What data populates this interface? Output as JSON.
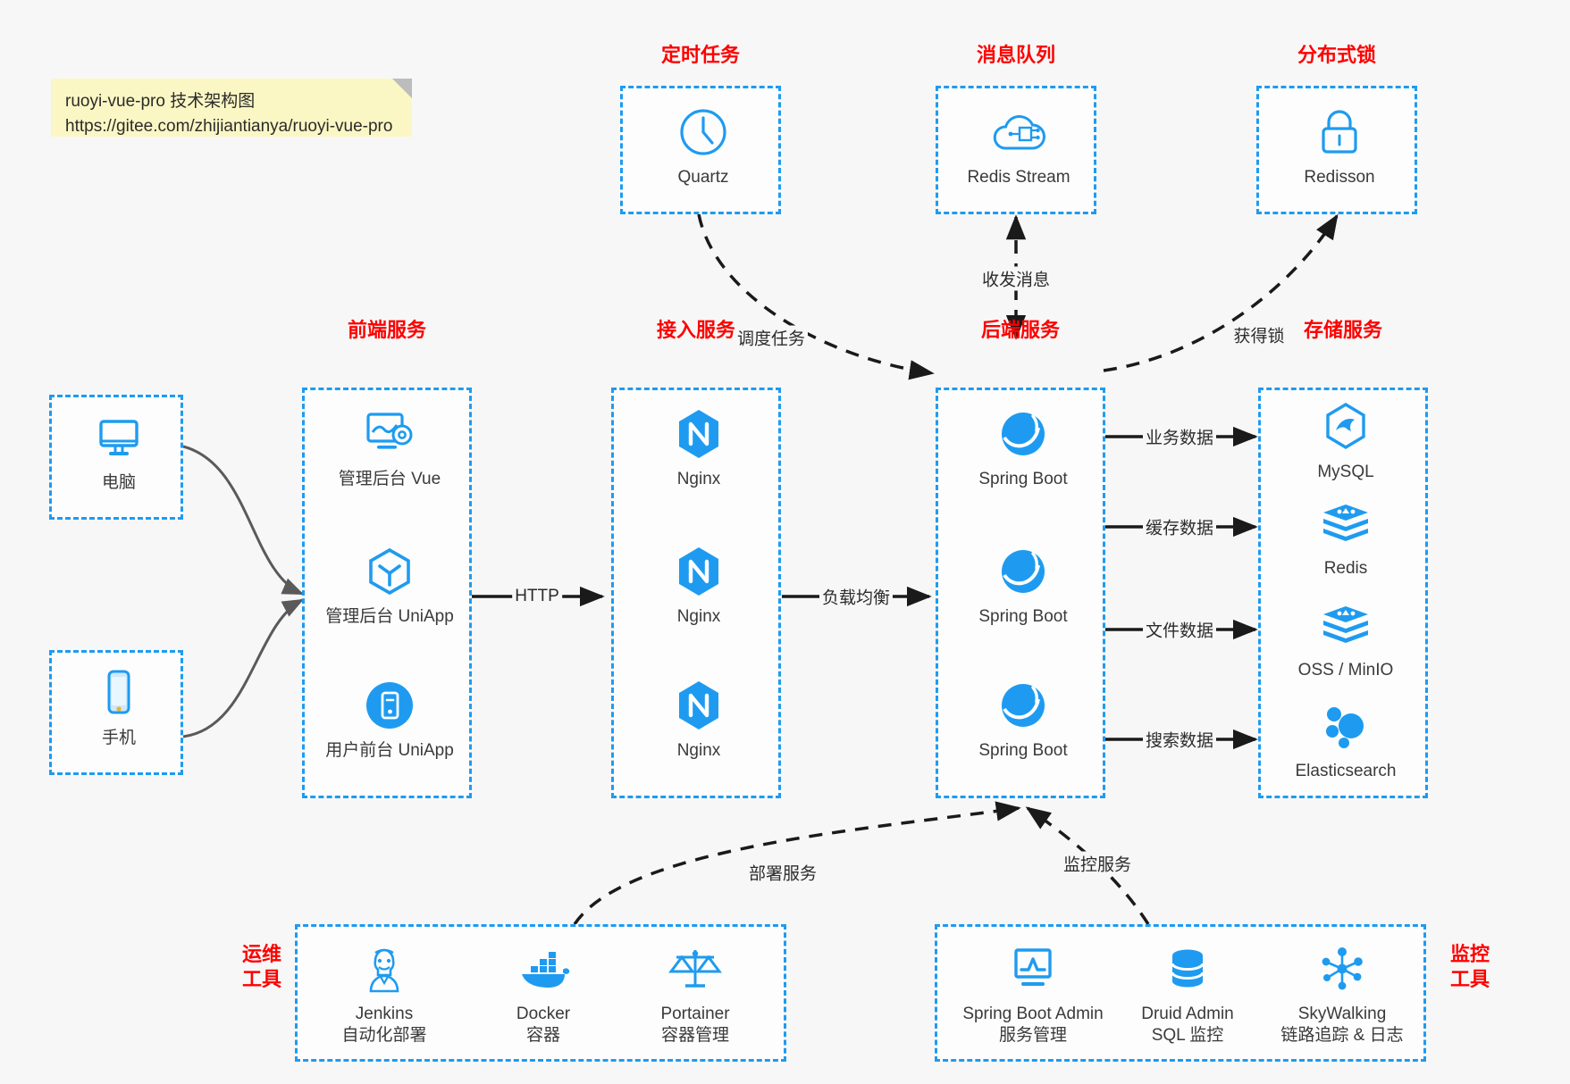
{
  "note": {
    "line1": "ruoyi-vue-pro 技术架构图",
    "line2": "https://gitee.com/zhijiantianya/ruoyi-vue-pro"
  },
  "colors": {
    "accent_blue": "#1e9bf0",
    "title_red": "#ff0000",
    "note_yellow": "#fbf7c4",
    "edge_gray": "#5a5a5a",
    "edge_black": "#1a1a1a",
    "canvas": "#f7f7f7"
  },
  "groups": {
    "scheduled_task": {
      "title": "定时任务"
    },
    "message_queue": {
      "title": "消息队列"
    },
    "distributed_lock": {
      "title": "分布式锁"
    },
    "frontend": {
      "title": "前端服务"
    },
    "gateway": {
      "title": "接入服务"
    },
    "backend": {
      "title": "后端服务"
    },
    "storage": {
      "title": "存储服务"
    },
    "devops": {
      "title_line1": "运维",
      "title_line2": "工具"
    },
    "monitor": {
      "title_line1": "监控",
      "title_line2": "工具"
    }
  },
  "nodes": {
    "clients": [
      {
        "label": "电脑",
        "icon": "desktop-computer-icon"
      },
      {
        "label": "手机",
        "icon": "mobile-phone-icon"
      }
    ],
    "scheduled_task": [
      {
        "label": "Quartz",
        "icon": "clock-icon"
      }
    ],
    "message_queue": [
      {
        "label": "Redis Stream",
        "icon": "cloud-network-icon"
      }
    ],
    "distributed_lock": [
      {
        "label": "Redisson",
        "icon": "lock-icon"
      }
    ],
    "frontend": [
      {
        "label": "管理后台 Vue",
        "icon": "dashboard-gear-icon"
      },
      {
        "label": "管理后台 UniApp",
        "icon": "cube-icon"
      },
      {
        "label": "用户前台 UniApp",
        "icon": "mobile-app-icon"
      }
    ],
    "gateway": [
      {
        "label": "Nginx",
        "icon": "nginx-icon"
      },
      {
        "label": "Nginx",
        "icon": "nginx-icon"
      },
      {
        "label": "Nginx",
        "icon": "nginx-icon"
      }
    ],
    "backend": [
      {
        "label": "Spring Boot",
        "icon": "spring-boot-icon"
      },
      {
        "label": "Spring Boot",
        "icon": "spring-boot-icon"
      },
      {
        "label": "Spring Boot",
        "icon": "spring-boot-icon"
      }
    ],
    "storage": [
      {
        "label": "MySQL",
        "icon": "mysql-icon"
      },
      {
        "label": "Redis",
        "icon": "redis-icon"
      },
      {
        "label": "OSS / MinIO",
        "icon": "redis-stack-icon"
      },
      {
        "label": "Elasticsearch",
        "icon": "elasticsearch-icon"
      }
    ],
    "devops": [
      {
        "label": "Jenkins",
        "sub": "自动化部署",
        "icon": "jenkins-butler-icon"
      },
      {
        "label": "Docker",
        "sub": "容器",
        "icon": "docker-whale-icon"
      },
      {
        "label": "Portainer",
        "sub": "容器管理",
        "icon": "scales-balance-icon"
      }
    ],
    "monitor": [
      {
        "label": "Spring Boot Admin",
        "sub": "服务管理",
        "icon": "monitor-chart-icon"
      },
      {
        "label": "Druid Admin",
        "sub": "SQL 监控",
        "icon": "database-cylinder-icon"
      },
      {
        "label": "SkyWalking",
        "sub": "链路追踪 & 日志",
        "icon": "node-network-icon"
      }
    ]
  },
  "edges": [
    {
      "label": "调度任务",
      "from": "scheduled_task",
      "to": "backend",
      "style": "dashed"
    },
    {
      "label": "收发消息",
      "from": "message_queue",
      "to": "backend",
      "style": "dashed-bidirectional"
    },
    {
      "label": "获得锁",
      "from": "backend",
      "to": "distributed_lock",
      "style": "dashed"
    },
    {
      "label": "HTTP",
      "from": "frontend",
      "to": "gateway",
      "style": "solid"
    },
    {
      "label": "负载均衡",
      "from": "gateway",
      "to": "backend",
      "style": "solid"
    },
    {
      "label": "业务数据",
      "from": "backend",
      "to": "storage-mysql",
      "style": "solid"
    },
    {
      "label": "缓存数据",
      "from": "backend",
      "to": "storage-redis",
      "style": "solid"
    },
    {
      "label": "文件数据",
      "from": "backend",
      "to": "storage-oss",
      "style": "solid"
    },
    {
      "label": "搜索数据",
      "from": "backend",
      "to": "storage-es",
      "style": "solid"
    },
    {
      "label": "部署服务",
      "from": "devops",
      "to": "backend",
      "style": "dashed"
    },
    {
      "label": "监控服务",
      "from": "monitor",
      "to": "backend",
      "style": "dashed"
    }
  ]
}
